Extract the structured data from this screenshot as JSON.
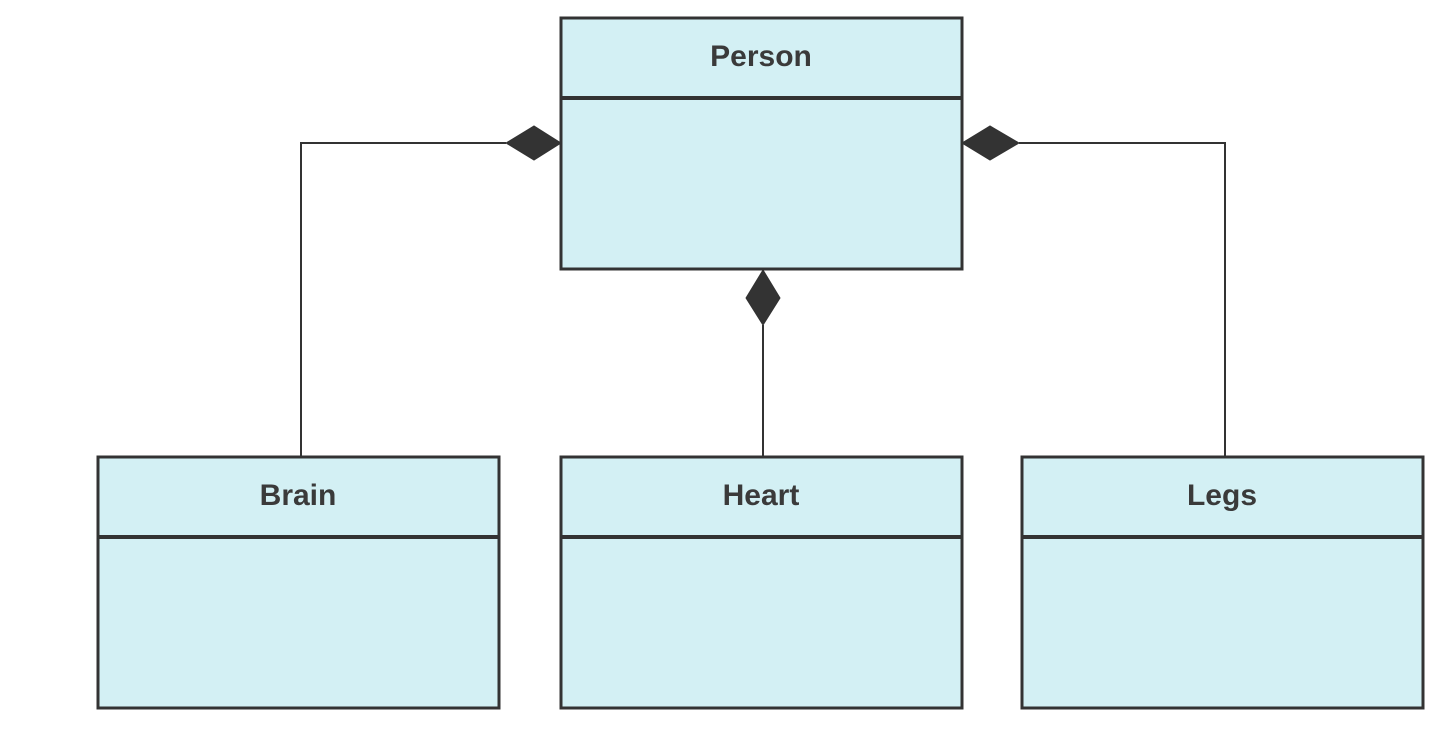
{
  "colors": {
    "box_fill": "#d3f0f4",
    "box_stroke": "#333333",
    "text": "#3a3a3a",
    "connector": "#333333"
  },
  "relationship": "composition",
  "classes": {
    "person": {
      "name": "Person"
    },
    "brain": {
      "name": "Brain"
    },
    "heart": {
      "name": "Heart"
    },
    "legs": {
      "name": "Legs"
    }
  }
}
